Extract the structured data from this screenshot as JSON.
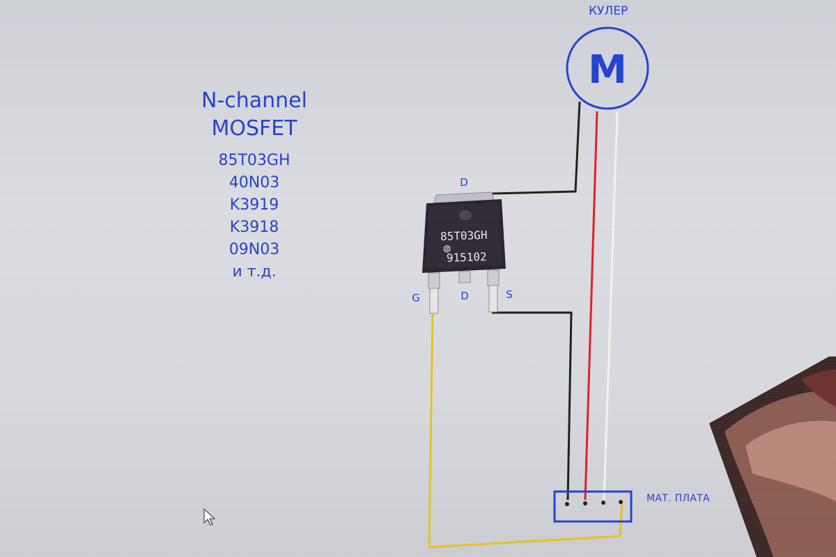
{
  "title": {
    "line1": "N-channel",
    "line2": "MOSFET"
  },
  "parts": [
    "85T03GH",
    "40N03",
    "K3919",
    "K3918",
    "09N03",
    "и т.д."
  ],
  "motor": {
    "label": "КУЛЕР",
    "symbol": "M"
  },
  "chip": {
    "marking_line1": "85T03GH",
    "marking_line2": "915102"
  },
  "pins": {
    "tab": "D",
    "gate": "G",
    "drain": "D",
    "source": "S"
  },
  "connector": {
    "label": "МАТ. ПЛАТА"
  },
  "colors": {
    "accent": "#1f3fd1",
    "wire_black": "#1b1b1b",
    "wire_red": "#e31b23",
    "wire_white": "#f4f4f4",
    "wire_yellow": "#e6c51a"
  }
}
